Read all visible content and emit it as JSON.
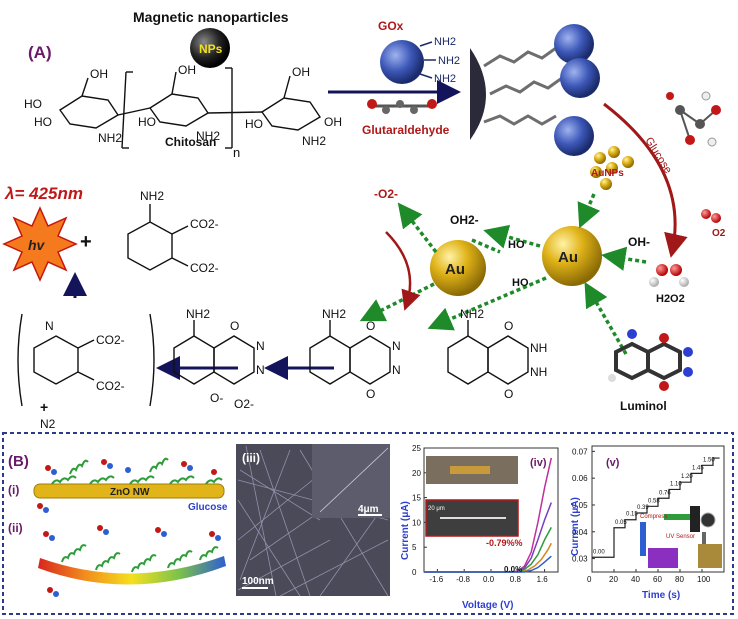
{
  "panel_a": {
    "label": "(A)",
    "magnetic_label": "Magnetic nanoparticles",
    "nps_label": "NPs",
    "chitosan_label": "Chitosan",
    "chitosan_n": "n",
    "gox_label": "GOx",
    "glutaraldehyde_label": "Glutaraldehyde",
    "glucose_label": "Glucose",
    "o2_label": "O2",
    "h2o2_label": "H2O2",
    "oh_minus": "OH-",
    "aunps_label": "AuNPs",
    "au_label": "Au",
    "ho_label": "HO",
    "oh2_label": "OH2-",
    "o2_minus": "-O2-",
    "luminol_label": "Luminol",
    "lambda_label": "λ= 425nm",
    "hv_label": "hv",
    "plus": "+",
    "n2_label": "N2",
    "nh2": "NH2",
    "co2": "CO2-",
    "o2m": "O2-",
    "o_minus": "O-",
    "nh": "NH",
    "n": "N",
    "o": "O",
    "oh": "OH",
    "ho": "HO"
  },
  "panel_b": {
    "label": "(B)",
    "sub_i": "(i)",
    "sub_ii": "(ii)",
    "sub_iii": "(iii)",
    "sub_iv": "(iv)",
    "sub_v": "(v)",
    "zno_label": "ZnO NW",
    "glucose_label": "Glucose",
    "scale_4um": "4μm",
    "scale_100nm": "100nm",
    "strain_neg": "-0.79%%",
    "strain_zero": "0.0%",
    "inset_scale": "20 μm"
  },
  "chart_data": [
    {
      "type": "line",
      "title": "(iv)",
      "xlabel": "Voltage (V)",
      "ylabel": "Current (μA)",
      "xlim": [
        -2.0,
        2.0
      ],
      "ylim": [
        0,
        25
      ],
      "xticks": [
        "-1.6",
        "-0.8",
        "0.0",
        "0.8",
        "1.6"
      ],
      "yticks": [
        "0",
        "5",
        "10",
        "15",
        "20",
        "25"
      ],
      "series": [
        {
          "color": "#c0309a",
          "x": [
            -2.0,
            0.6,
            0.8,
            1.0,
            1.2,
            1.4,
            1.6,
            1.8
          ],
          "y": [
            0,
            0,
            0.2,
            1.2,
            4,
            10,
            17,
            23
          ]
        },
        {
          "color": "#7a3fbf",
          "x": [
            -2.0,
            0.6,
            0.8,
            1.0,
            1.2,
            1.4,
            1.6,
            1.8
          ],
          "y": [
            0,
            0,
            0.1,
            0.8,
            2.8,
            6.5,
            10.5,
            14
          ]
        },
        {
          "color": "#2e9c3a",
          "x": [
            -2.0,
            0.8,
            1.0,
            1.2,
            1.4,
            1.6,
            1.8
          ],
          "y": [
            0,
            0,
            0.5,
            1.6,
            3.5,
            6.5,
            9
          ]
        },
        {
          "color": "#d48a1f",
          "x": [
            -2.0,
            0.9,
            1.1,
            1.3,
            1.5,
            1.7,
            1.8
          ],
          "y": [
            0,
            0,
            0.4,
            1.2,
            2.5,
            4.5,
            5.8
          ]
        },
        {
          "color": "#2d5fd0",
          "x": [
            -2.0,
            1.0,
            1.2,
            1.4,
            1.6,
            1.8
          ],
          "y": [
            0,
            0,
            0.3,
            0.9,
            2.0,
            3.2
          ]
        }
      ]
    },
    {
      "type": "line",
      "title": "(v)",
      "xlabel": "Time (s)",
      "ylabel": "Current (μA)",
      "xlim": [
        0,
        120
      ],
      "ylim": [
        0.025,
        0.072
      ],
      "xticks": [
        "0",
        "20",
        "40",
        "60",
        "80",
        "100"
      ],
      "yticks": [
        "0.03",
        "0.04",
        "0.05",
        "0.06",
        "0.07"
      ],
      "steps": {
        "x": [
          0,
          10,
          20,
          30,
          40,
          50,
          60,
          70,
          80,
          90,
          100,
          110
        ],
        "y": [
          0.0305,
          0.0305,
          0.0415,
          0.0445,
          0.047,
          0.0495,
          0.0525,
          0.0558,
          0.0585,
          0.0618,
          0.0648,
          0.0675
        ],
        "labels": [
          "0.00",
          "0.05",
          "0.15",
          "0.39",
          "0.58",
          "0.76",
          "1.10",
          "1.20",
          "1.45",
          "1.50"
        ]
      },
      "annotations": [
        "Compress",
        "UV Sensor"
      ]
    }
  ]
}
